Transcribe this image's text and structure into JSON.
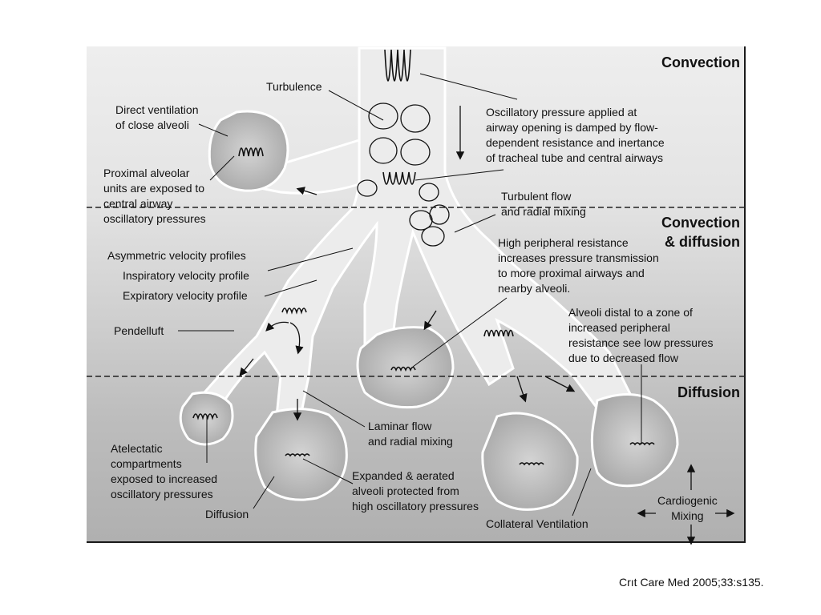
{
  "zones": {
    "top": "Convection",
    "middle": "Convection\n& diffusion",
    "bottom": "Diffusion"
  },
  "labels": {
    "turbulence": "Turbulence",
    "direct_ventilation": "Direct ventilation\nof close alveoli",
    "proximal_alveolar": "Proximal alveolar\nunits are exposed to\ncentral airway\noscillatory pressures",
    "oscillatory_pressure": "Oscillatory pressure applied at\nairway opening is damped by flow-\ndependent resistance and inertance\nof tracheal tube and central airways",
    "turbulent_flow": "Turbulent flow\nand radial mixing",
    "asymmetric_velocity": "Asymmetric velocity profiles",
    "inspiratory_velocity": "Inspiratory velocity profile",
    "expiratory_velocity": "Expiratory velocity profile",
    "pendelluft": "Pendelluft",
    "high_peripheral": "High peripheral resistance\nincreases pressure transmission\nto more proximal airways and\nnearby alveoli.",
    "alveoli_distal": "Alveoli distal to a zone of\nincreased peripheral\nresistance see low pressures\ndue to decreased flow",
    "laminar_flow": "Laminar flow\nand radial mixing",
    "atelectatic": "Atelectatic\ncompartments\nexposed to increased\noscillatory pressures",
    "diffusion": "Diffusion",
    "expanded_aerated": "Expanded & aerated\nalveoli protected from\nhigh oscillatory pressures",
    "collateral_ventilation": "Collateral Ventilation",
    "cardiogenic_mixing": "Cardiogenic\nMixing"
  },
  "citation": "Crıt Care Med 2005;33:s135.",
  "colors": {
    "airway_fill": "#ededed",
    "airway_outline": "#ffffff",
    "alveolus_fill": "#b9b9b9",
    "ink": "#111111"
  }
}
